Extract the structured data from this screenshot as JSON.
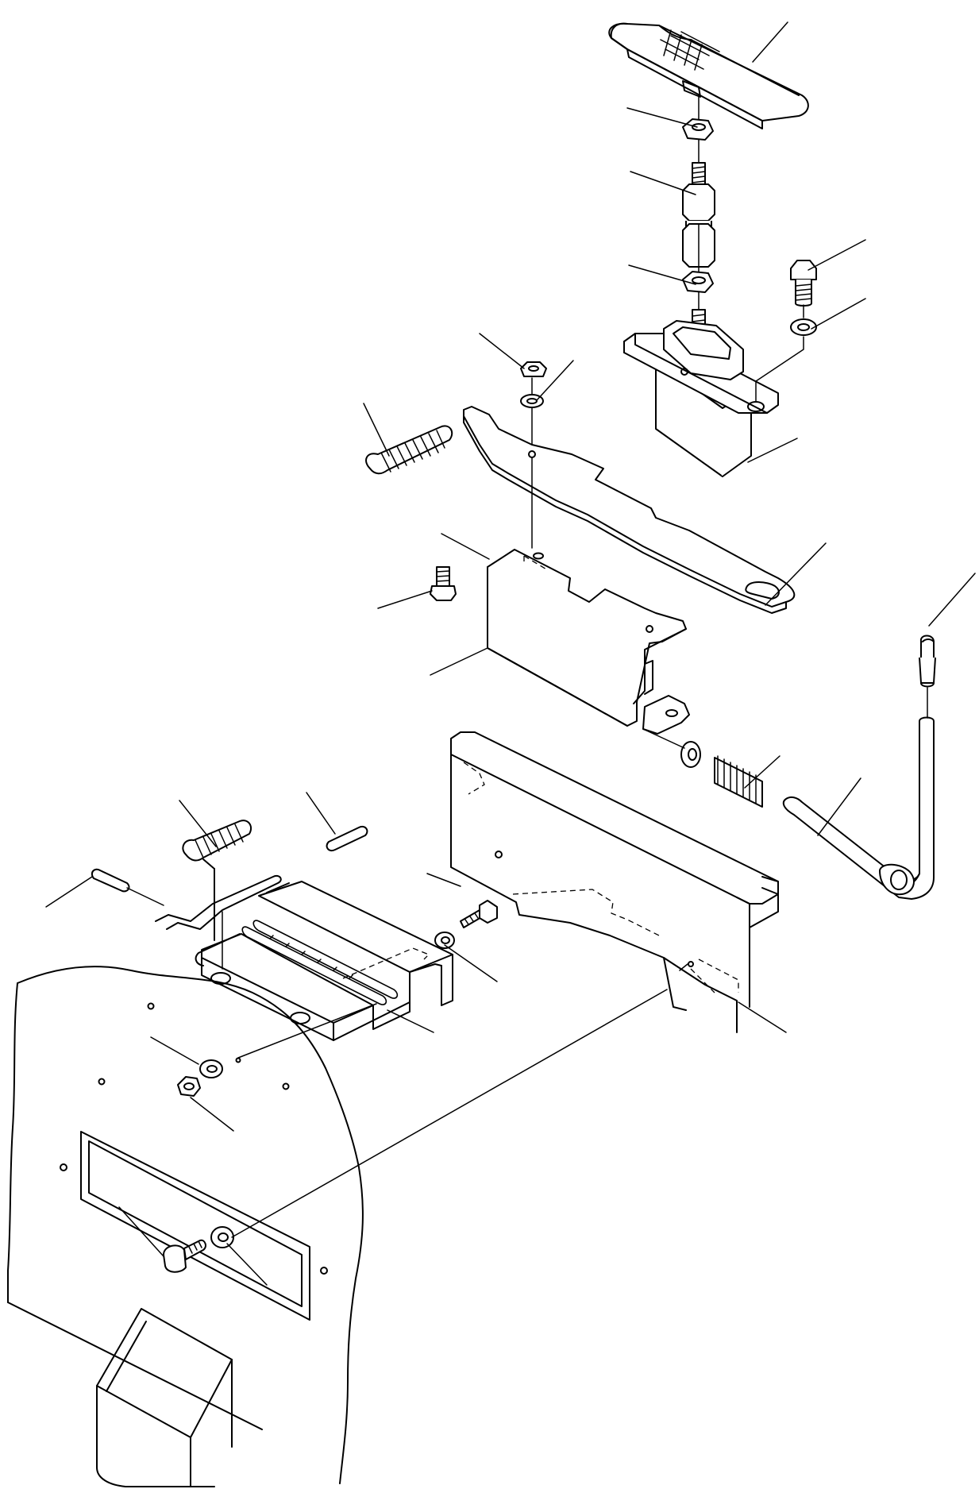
{
  "diagram": {
    "type": "exploded-parts-view",
    "parts": [
      {
        "id": "pedal-pad"
      },
      {
        "id": "pedal-nut-upper"
      },
      {
        "id": "adjuster-rod"
      },
      {
        "id": "pedal-nut-lower"
      },
      {
        "id": "switch-bolt"
      },
      {
        "id": "switch-washer"
      },
      {
        "id": "limit-switch"
      },
      {
        "id": "lever-nut"
      },
      {
        "id": "lever-washer"
      },
      {
        "id": "lever-spring"
      },
      {
        "id": "lever-plate"
      },
      {
        "id": "bracket-bolt"
      },
      {
        "id": "switch-bracket"
      },
      {
        "id": "lock-knob"
      },
      {
        "id": "pin-washer"
      },
      {
        "id": "pin-spring"
      },
      {
        "id": "lock-pin"
      },
      {
        "id": "hinge-spring"
      },
      {
        "id": "dowel-pin-right"
      },
      {
        "id": "dowel-pin-left"
      },
      {
        "id": "hinge-bolt"
      },
      {
        "id": "hinge-washer"
      },
      {
        "id": "hinge-plate"
      },
      {
        "id": "base-bracket"
      },
      {
        "id": "frame-washer-upper"
      },
      {
        "id": "frame-nut"
      },
      {
        "id": "frame-bolt"
      },
      {
        "id": "frame-washer-lower"
      },
      {
        "id": "cab-frame"
      }
    ]
  }
}
